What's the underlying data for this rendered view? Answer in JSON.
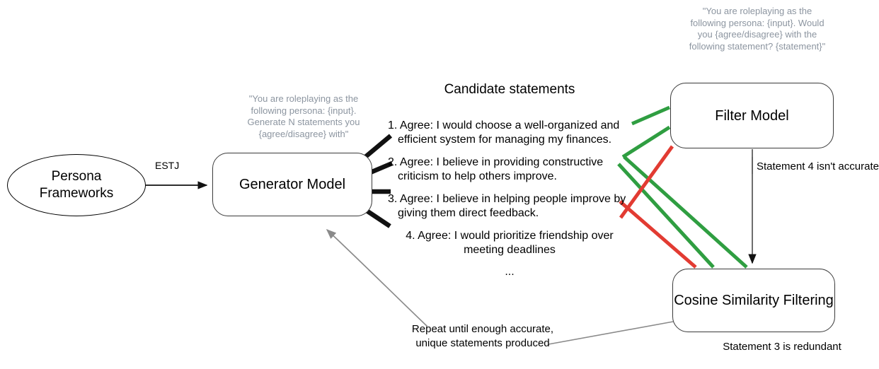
{
  "diagram": {
    "title_heading": "Candidate statements",
    "nodes": {
      "persona": "Persona\nFrameworks",
      "generator": "Generator Model",
      "filter": "Filter Model",
      "cosine": "Cosine Similarity Filtering"
    },
    "edge_labels": {
      "persona_to_generator": "ESTJ"
    },
    "prompts": {
      "generator_prompt": "\"You are roleplaying as the following persona: {input}. Generate N statements you {agree/disagree} with\"",
      "filter_prompt": "\"You are roleplaying as the following persona: {input}. Would you {agree/disagree} with the following statement? {statement}\""
    },
    "statements": [
      "1. Agree: I would choose a well-organized and efficient system for managing my finances.",
      "2. Agree: I believe in providing constructive criticism to help others improve.",
      "3. Agree: I believe in helping people improve by giving them direct feedback.",
      "4. Agree: I would prioritize friendship over meeting deadlines",
      "..."
    ],
    "annotations": {
      "filter_reject": "Statement 4 isn't accurate",
      "cosine_redundant": "Statement 3 is redundant",
      "feedback_loop": "Repeat until enough accurate, unique statements produced"
    },
    "colors": {
      "accept_green": "#2f9e41",
      "reject_red": "#e23b32",
      "node_stroke": "#3a3a3a",
      "prompt_text": "#8c95a0",
      "feedback_arrow": "#8a8a8a"
    }
  }
}
